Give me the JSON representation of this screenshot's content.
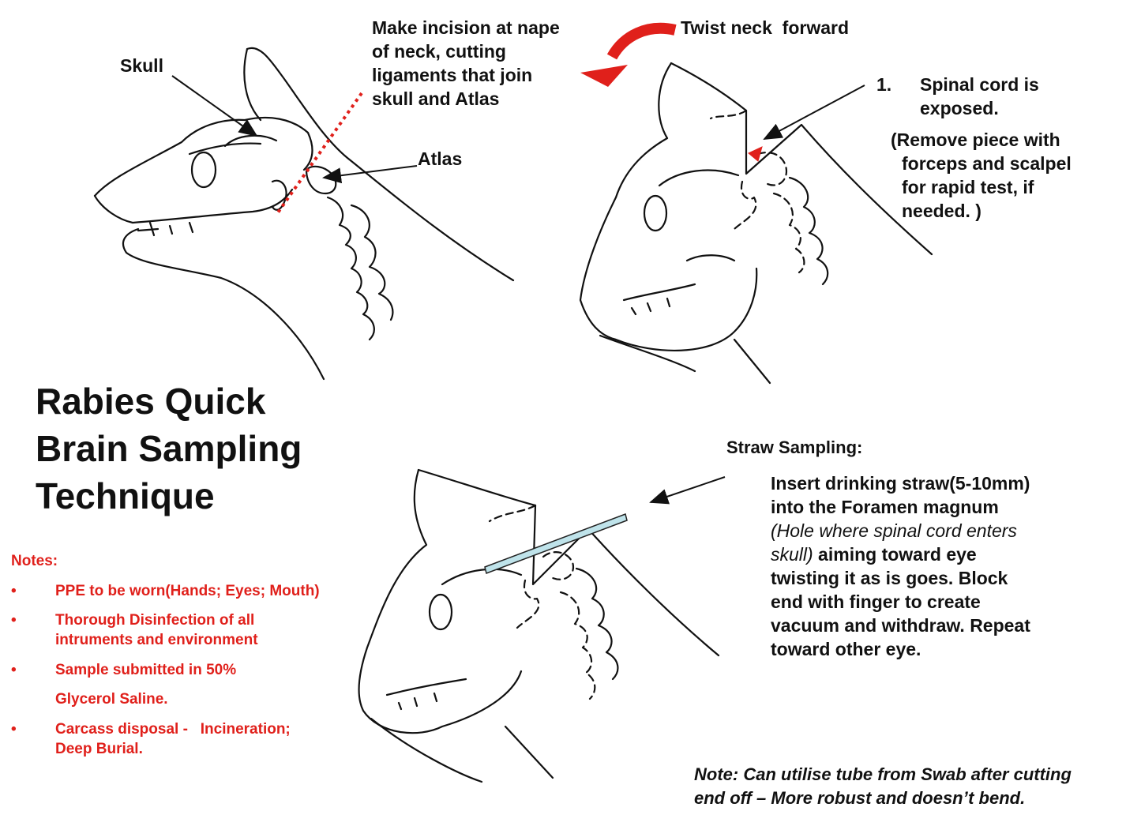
{
  "title_lines": [
    "Rabies Quick",
    "Brain Sampling",
    "Technique"
  ],
  "panel1": {
    "skull_label": "Skull",
    "atlas_label": "Atlas",
    "incision_lines": [
      "Make incision at nape",
      "of neck, cutting",
      "ligaments that join",
      "skull and Atlas"
    ]
  },
  "panel2": {
    "twist_label": "Twist neck  forward",
    "step_number": "1.",
    "spinal_lines": [
      "Spinal cord is",
      "exposed."
    ],
    "remove_lines": [
      "(Remove piece with",
      "forceps and scalpel",
      "for rapid test, if",
      "needed. )"
    ]
  },
  "panel3": {
    "straw_heading": "Straw Sampling:",
    "insert_lines": [
      "Insert drinking straw(5-10mm)",
      "into the Foramen magnum"
    ],
    "italic_part1": "(Hole where spinal cord enters",
    "italic_part2": "skull)",
    "aim_text": " aiming toward eye",
    "rest_lines": [
      "twisting it as is goes. Block",
      "end with finger to create",
      "vacuum and withdraw. Repeat",
      "toward other eye."
    ]
  },
  "notes": {
    "heading": "Notes:",
    "bullet_char": "•",
    "items": [
      [
        "PPE to be worn(Hands; Eyes; Mouth)"
      ],
      [
        "Thorough Disinfection of all",
        "intruments and environment"
      ],
      [
        "Sample submitted in 50%"
      ],
      [
        "Carcass disposal -   Incineration;",
        "Deep Burial."
      ]
    ],
    "continuation": "Glycerol Saline."
  },
  "footer_lines": [
    "Note: Can utilise tube from Swab after cutting",
    "end off – More robust and doesn’t bend."
  ],
  "colors": {
    "accent_red": "#e0201b",
    "straw": "#bfe3ea",
    "ink": "#111111"
  }
}
